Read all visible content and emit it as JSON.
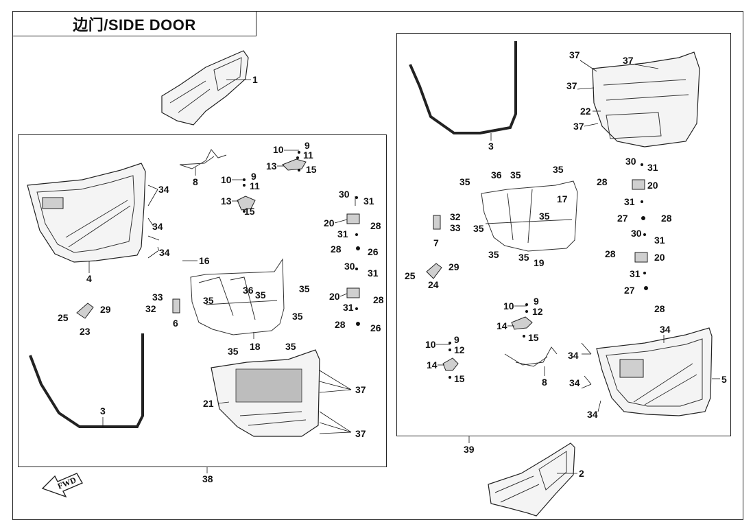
{
  "title": "边门/SIDE DOOR",
  "fwd_label": "FWD",
  "assemblies": {
    "left_group": "38",
    "right_group": "39"
  },
  "callouts": {
    "c1": "1",
    "c2": "2",
    "c3a": "3",
    "c3b": "3",
    "c4": "4",
    "c5": "5",
    "c6": "6",
    "c7": "7",
    "c8a": "8",
    "c8b": "8",
    "c9a": "9",
    "c9b": "9",
    "c9c": "9",
    "c9d": "9",
    "c10a": "10",
    "c10b": "10",
    "c10c": "10",
    "c10d": "10",
    "c11a": "11",
    "c11b": "11",
    "c12a": "12",
    "c12b": "12",
    "c13a": "13",
    "c13b": "13",
    "c14a": "14",
    "c14b": "14",
    "c15a": "15",
    "c15b": "15",
    "c15c": "15",
    "c15d": "15",
    "c16": "16",
    "c17": "17",
    "c18": "18",
    "c19": "19",
    "c20a": "20",
    "c20b": "20",
    "c20c": "20",
    "c20d": "20",
    "c21": "21",
    "c22": "22",
    "c23": "23",
    "c24": "24",
    "c25a": "25",
    "c25b": "25",
    "c26a": "26",
    "c26b": "26",
    "c27a": "27",
    "c27b": "27",
    "c28a": "28",
    "c28b": "28",
    "c28c": "28",
    "c28d": "28",
    "c28e": "28",
    "c28f": "28",
    "c28g": "28",
    "c28h": "28",
    "c29a": "29",
    "c29b": "29",
    "c30a": "30",
    "c30b": "30",
    "c30c": "30",
    "c30d": "30",
    "c31a": "31",
    "c31b": "31",
    "c31c": "31",
    "c31d": "31",
    "c31e": "31",
    "c31f": "31",
    "c31g": "31",
    "c31h": "31",
    "c32a": "32",
    "c32b": "32",
    "c33a": "33",
    "c33b": "33",
    "c34a": "34",
    "c34b": "34",
    "c34c": "34",
    "c34d": "34",
    "c34e": "34",
    "c34f": "34",
    "c34g": "34",
    "c35a": "35",
    "c35b": "35",
    "c35c": "35",
    "c35d": "35",
    "c35e": "35",
    "c35f": "35",
    "c35g": "35",
    "c35h": "35",
    "c35i": "35",
    "c35j": "35",
    "c35k": "35",
    "c35l": "35",
    "c35m": "35",
    "c36a": "36",
    "c36b": "36",
    "c37a": "37",
    "c37b": "37",
    "c37c": "37",
    "c37d": "37",
    "c37e": "37",
    "c37f": "37"
  }
}
